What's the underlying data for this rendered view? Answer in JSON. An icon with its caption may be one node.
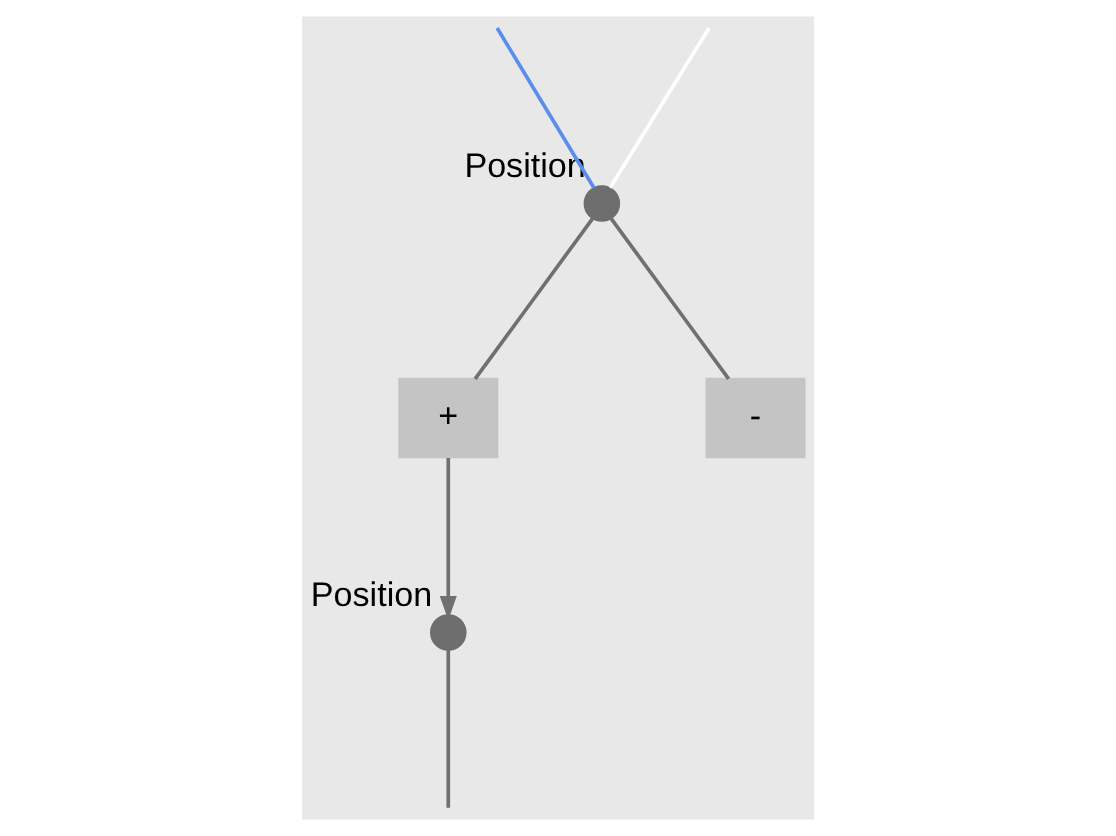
{
  "diagram": {
    "nodes": [
      {
        "text": [],
        "shape": "circle",
        "beside": [
          "Position"
        ]
      },
      {
        "text": [
          "+"
        ]
      },
      {
        "text": [
          "-"
        ]
      },
      {
        "text": [],
        "shape": "circle",
        "beside": [
          "Position"
        ]
      }
    ],
    "edges": [
      {
        "from": null,
        "to": 0,
        "arrow": "none",
        "color": "#ffffff"
      },
      {
        "from": null,
        "to": 0,
        "arrow": "none",
        "color": "#5b8def"
      },
      {
        "from": 0,
        "to": 1,
        "arrow": "none"
      },
      {
        "from": 0,
        "to": 2,
        "arrow": "none"
      },
      {
        "from": 1,
        "to": 3,
        "arrow": "to"
      },
      {
        "from": 3,
        "to": null,
        "arrow": "none"
      }
    ]
  }
}
